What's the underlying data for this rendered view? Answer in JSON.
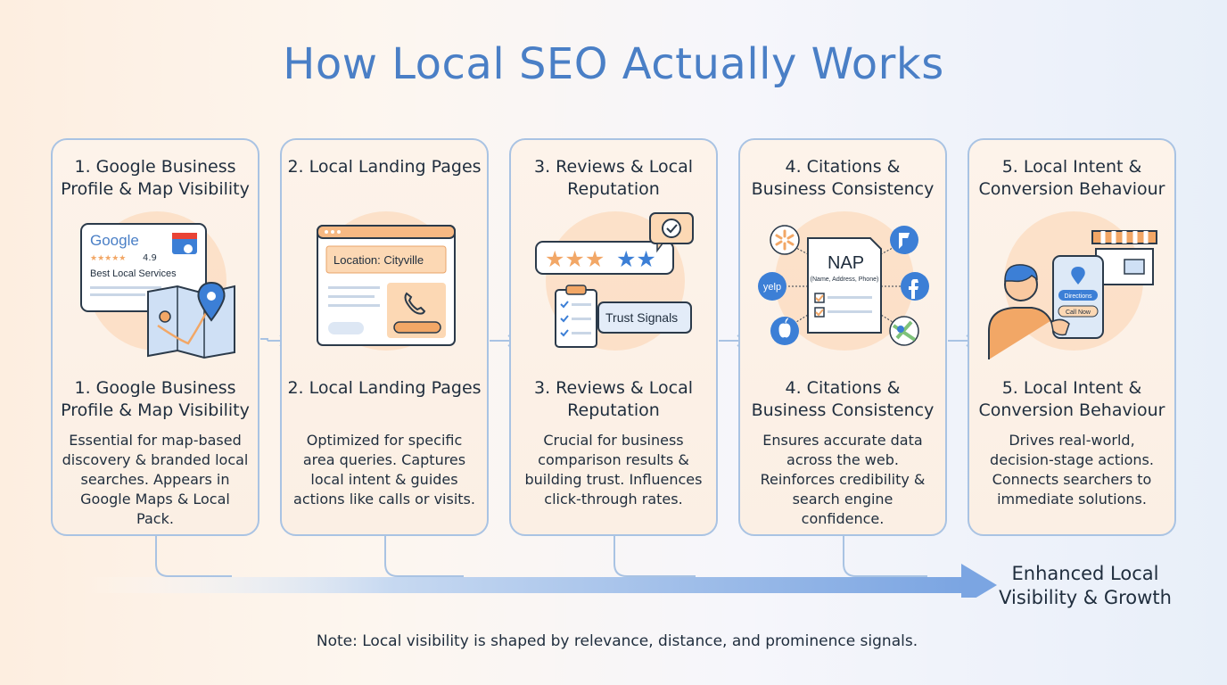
{
  "title": "How Local SEO Actually Works",
  "colors": {
    "title": "#4a7fc6",
    "border": "#a9c3e3",
    "accent_orange": "#f2a766",
    "accent_blue": "#3c7fd6"
  },
  "steps": [
    {
      "heading": "1. Google Business Profile & Map Visibility",
      "subheading": "1. Google Business Profile & Map Visibility",
      "description": "Essential for map-based discovery & branded local searches. Appears in Google Maps & Local Pack.",
      "illustration": {
        "brand": "Google",
        "rating": "4.9",
        "stars": 5,
        "label": "Best Local Services",
        "icons": [
          "google-business-card-icon",
          "map-icon",
          "location-pin-icon"
        ]
      }
    },
    {
      "heading": "2. Local Landing Pages",
      "subheading": "2. Local Landing Pages",
      "description": "Optimized for specific area queries. Captures local intent & guides actions like calls or visits.",
      "illustration": {
        "location_label": "Location: Cityville",
        "icons": [
          "browser-window-icon",
          "phone-icon"
        ]
      }
    },
    {
      "heading": "3. Reviews & Local Reputation",
      "subheading": "3. Reviews & Local Reputation",
      "description": "Crucial for business comparison results & building trust. Influences click-through rates.",
      "illustration": {
        "stars": 5,
        "trust_label": "Trust Signals",
        "icons": [
          "star-rating-icon",
          "chat-check-icon",
          "clipboard-checklist-icon"
        ]
      }
    },
    {
      "heading": "4. Citations & Business Consistency",
      "subheading": "4. Citations & Business Consistency",
      "description": "Ensures accurate data across the web. Reinforces credibility & search engine confidence.",
      "illustration": {
        "nap_title": "NAP",
        "nap_detail": "(Name, Address, Phone)",
        "yelp_label": "yelp",
        "icons": [
          "document-icon",
          "walmart-icon",
          "yelp-icon",
          "apple-icon",
          "foursquare-icon",
          "facebook-icon",
          "maps-icon"
        ]
      }
    },
    {
      "heading": "5. Local Intent & Conversion Behaviour",
      "subheading": "5. Local Intent & Conversion Behaviour",
      "description": "Drives real-world, decision-stage actions. Connects searchers to immediate solutions.",
      "illustration": {
        "button_1": "Directions",
        "button_2": "Call Now",
        "icons": [
          "person-icon",
          "smartphone-icon",
          "storefront-icon"
        ]
      }
    }
  ],
  "result": "Enhanced Local Visibility & Growth",
  "note": "Note: Local visibility is shaped by relevance, distance, and prominence signals."
}
